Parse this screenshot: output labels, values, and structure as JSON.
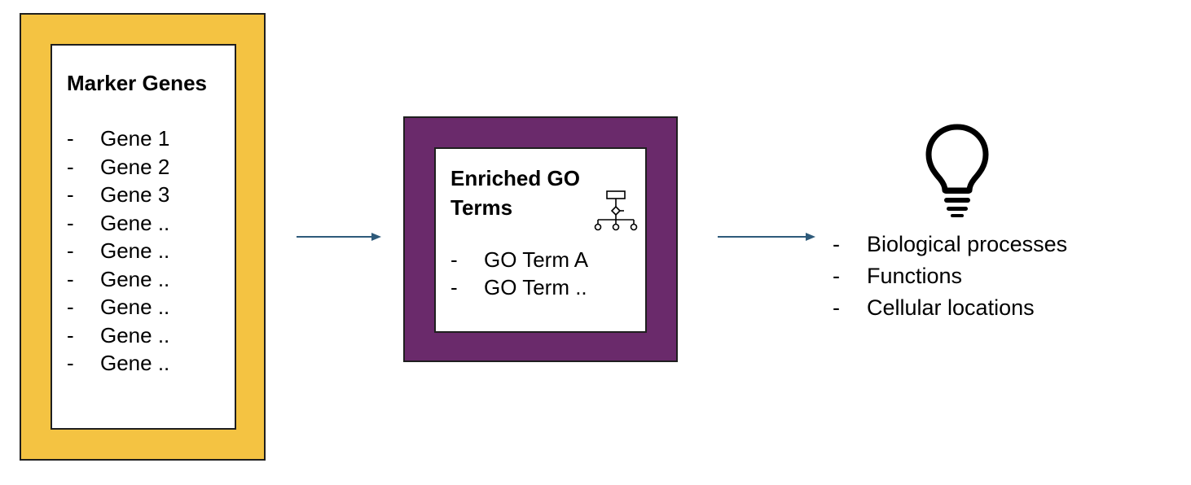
{
  "colors": {
    "marker_frame": "#F4C342",
    "go_frame": "#6A2A6B",
    "arrow": "#2E5A7A",
    "outline": "#1f1f1f"
  },
  "marker_box": {
    "title": "Marker Genes",
    "items": [
      "Gene 1",
      "Gene 2",
      "Gene 3",
      "Gene ..",
      "Gene ..",
      "Gene ..",
      "Gene ..",
      "Gene ..",
      "Gene .."
    ]
  },
  "go_box": {
    "title": "Enriched GO Terms",
    "icon": "hierarchy-icon",
    "items": [
      "GO Term A",
      "GO Term .."
    ]
  },
  "outcome": {
    "icon": "lightbulb-icon",
    "items": [
      "Biological processes",
      "Functions",
      "Cellular locations"
    ]
  },
  "bullet": "-"
}
